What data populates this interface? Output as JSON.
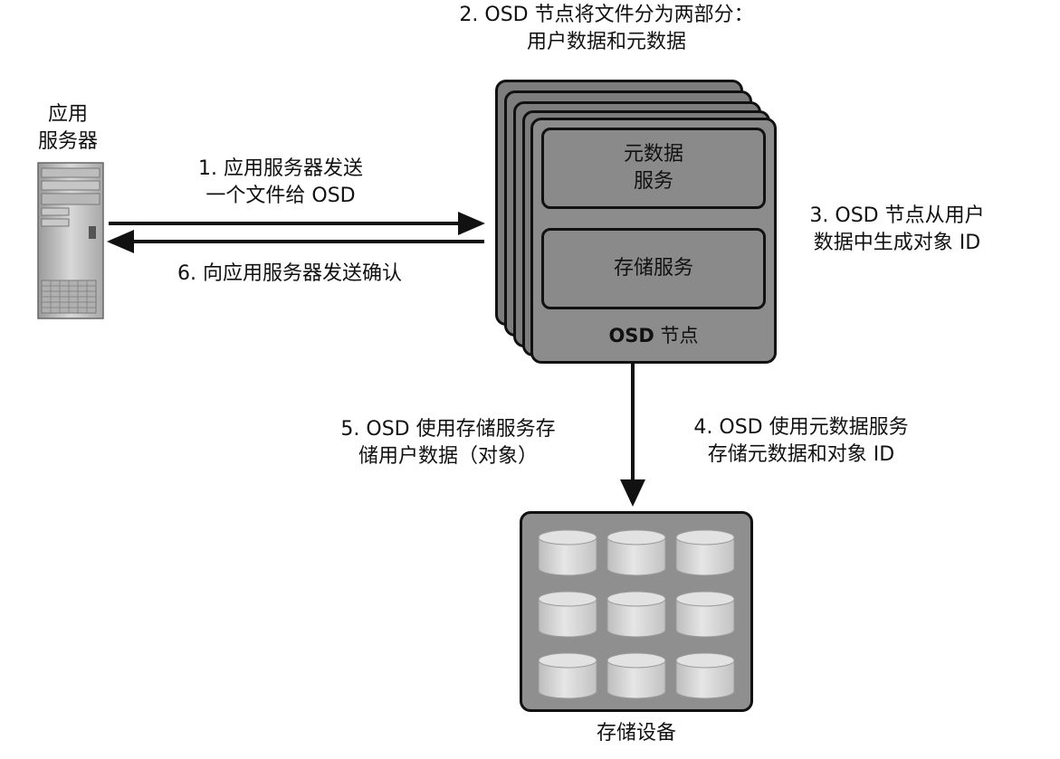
{
  "app_server": {
    "label_line1": "应用",
    "label_line2": "服务器"
  },
  "step1": {
    "line1": "1. 应用服务器发送",
    "line2": "一个文件给 OSD"
  },
  "step6": {
    "text": "6. 向应用服务器发送确认"
  },
  "step2": {
    "line1": "2. OSD 节点将文件分为两部分：",
    "line2": "用户数据和元数据"
  },
  "step3": {
    "line1": "3. OSD 节点从用户",
    "line2": "数据中生成对象 ID"
  },
  "step4": {
    "line1": "4. OSD 使用元数据服务",
    "line2": "存储元数据和对象 ID"
  },
  "step5": {
    "line1": "5. OSD 使用存储服务存",
    "line2": "储用户数据（对象）"
  },
  "osd_node": {
    "metadata_service_line1": "元数据",
    "metadata_service_line2": "服务",
    "storage_service": "存储服务",
    "title_bold": "OSD",
    "title_rest": " 节点"
  },
  "storage_device": {
    "label": "存储设备"
  },
  "colors": {
    "box_fill": "#8c8c8c",
    "outline": "#111111",
    "disk_fill": "#d4d4d4"
  }
}
